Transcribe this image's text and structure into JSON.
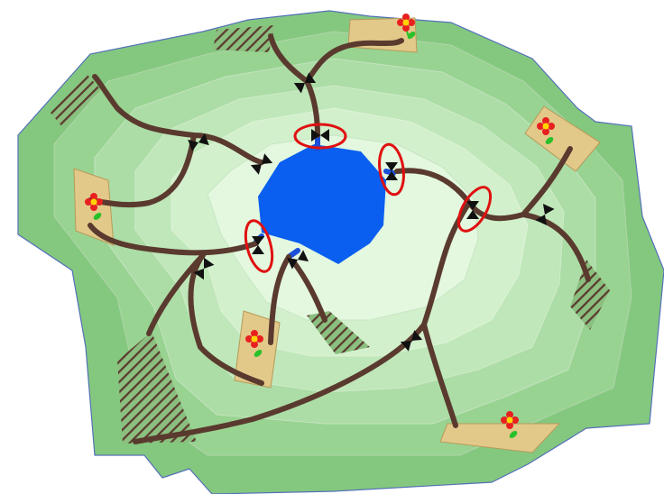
{
  "diagram": {
    "type": "irrigation-network-map",
    "colors": {
      "contour_outer": "#84c87f",
      "contour_2": "#98d392",
      "contour_3": "#acdda6",
      "contour_4": "#bfe7b9",
      "contour_5": "#d2f0cc",
      "contour_inner": "#e3f8df",
      "contour_line": "#b9d7b4",
      "border": "#5470b8",
      "reservoir": "#0a5ff0",
      "channel": "#5a3a2e",
      "hatch_line": "#5a3a2e",
      "plot_fill": "#e2c98a",
      "plot_stroke": "#b89a58",
      "valve": "#111111",
      "highlight": "#e01010",
      "flower_petal": "#e82020",
      "flower_center": "#ffd400",
      "flower_stem": "#2ac02a"
    },
    "elements": {
      "reservoir_count": 1,
      "channel_count": 12,
      "valve_count": 12,
      "highlighted_valve_count": 4,
      "field_plot_count": 5,
      "hatched_field_count": 6
    }
  }
}
